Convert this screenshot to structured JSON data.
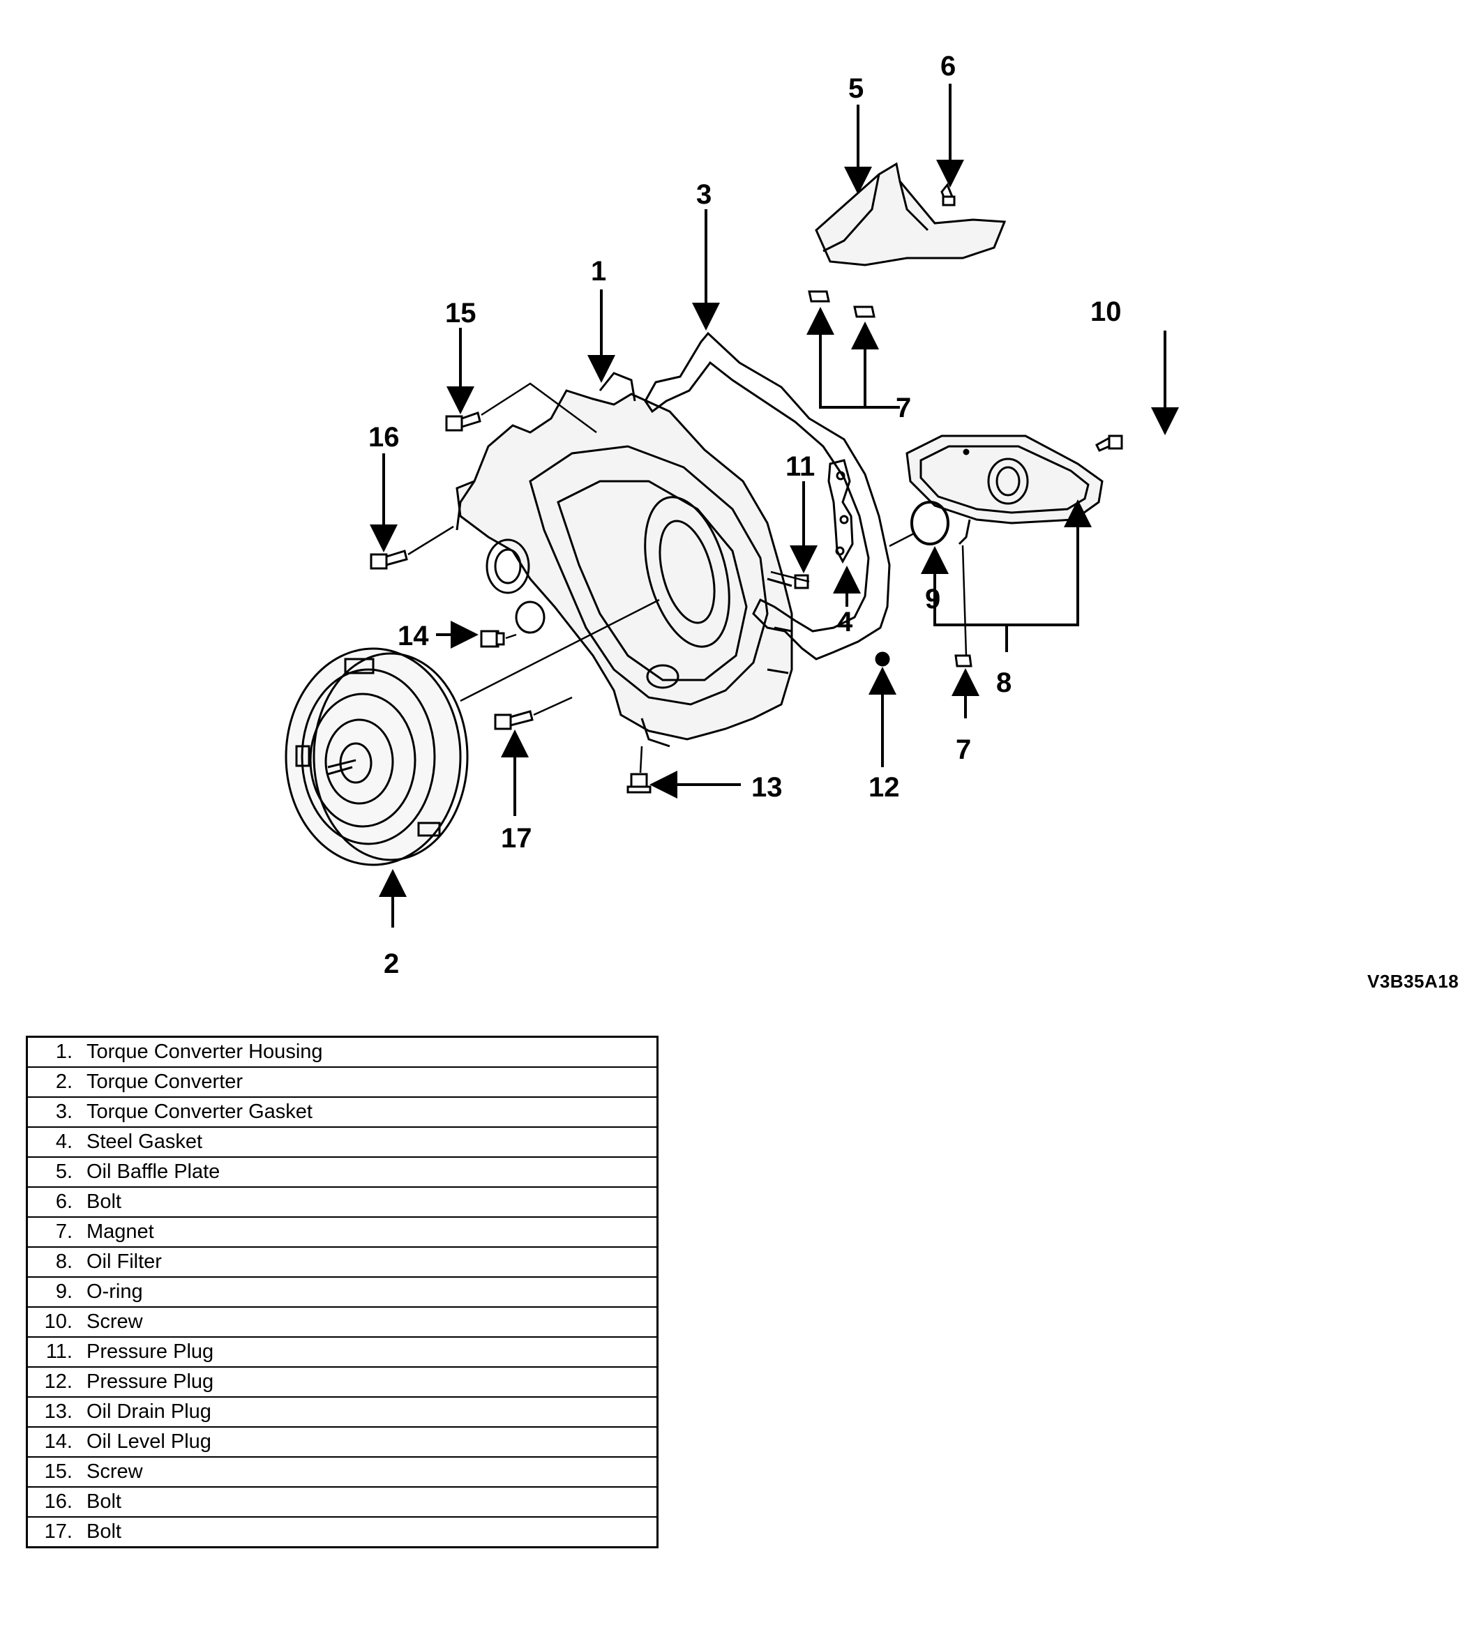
{
  "figure_id": "V3B35A18",
  "callouts": {
    "c1": "1",
    "c2": "2",
    "c3": "3",
    "c4": "4",
    "c5": "5",
    "c6": "6",
    "c7a": "7",
    "c7b": "7",
    "c8": "8",
    "c9": "9",
    "c10": "10",
    "c11": "11",
    "c12": "12",
    "c13": "13",
    "c14": "14",
    "c15": "15",
    "c16": "16",
    "c17": "17"
  },
  "legend": [
    {
      "num": "1.",
      "name": "Torque Converter Housing"
    },
    {
      "num": "2.",
      "name": "Torque Converter"
    },
    {
      "num": "3.",
      "name": "Torque Converter Gasket"
    },
    {
      "num": "4.",
      "name": "Steel Gasket"
    },
    {
      "num": "5.",
      "name": "Oil Baffle Plate"
    },
    {
      "num": "6.",
      "name": "Bolt"
    },
    {
      "num": "7.",
      "name": "Magnet"
    },
    {
      "num": "8.",
      "name": "Oil Filter"
    },
    {
      "num": "9.",
      "name": "O-ring"
    },
    {
      "num": "10.",
      "name": "Screw"
    },
    {
      "num": "11.",
      "name": "Pressure Plug"
    },
    {
      "num": "12.",
      "name": "Pressure Plug"
    },
    {
      "num": "13.",
      "name": "Oil Drain Plug"
    },
    {
      "num": "14.",
      "name": "Oil Level Plug"
    },
    {
      "num": "15.",
      "name": "Screw"
    },
    {
      "num": "16.",
      "name": "Bolt"
    },
    {
      "num": "17.",
      "name": "Bolt"
    }
  ]
}
